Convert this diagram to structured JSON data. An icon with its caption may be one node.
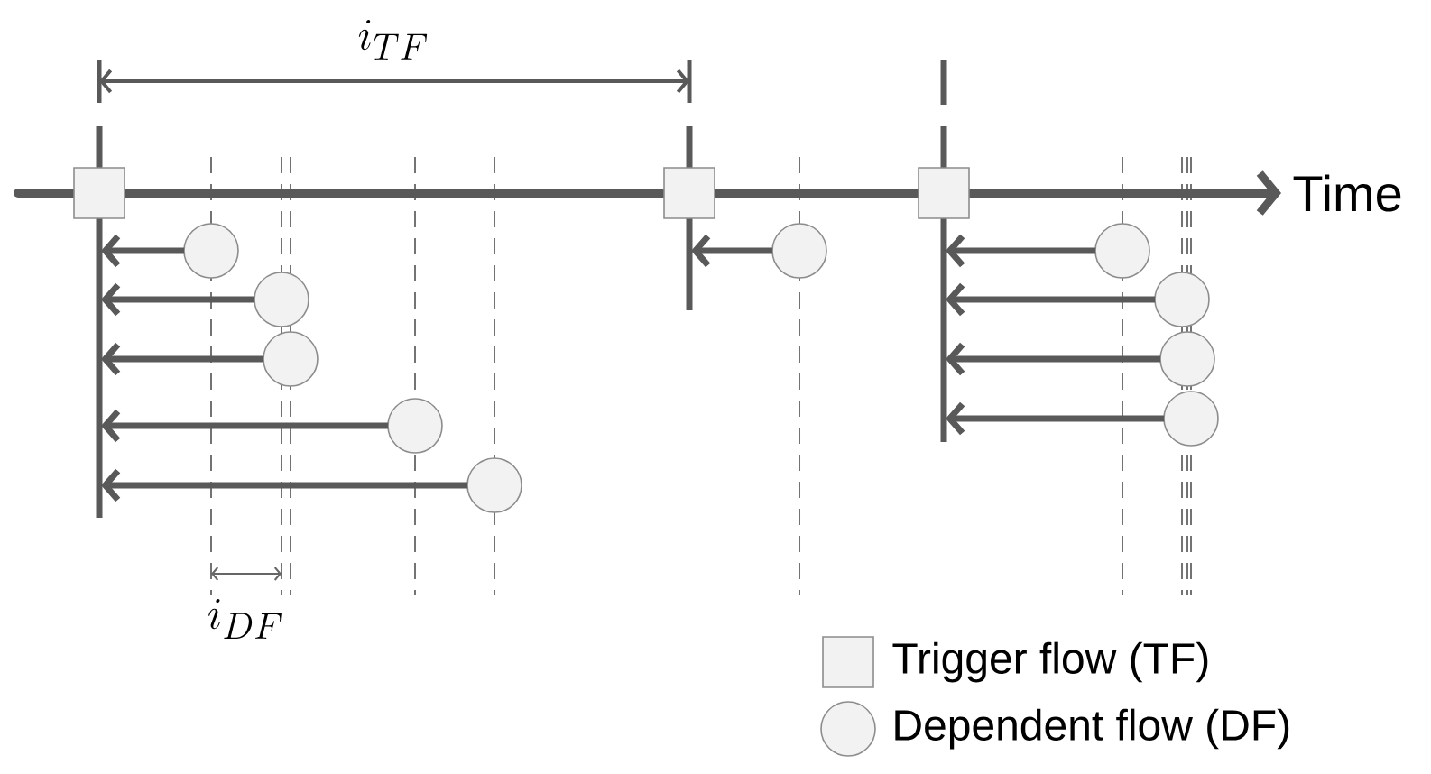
{
  "diagram": {
    "nodes": [
      {
        "text": [],
        "shape": "box"
      },
      {
        "text": [],
        "shape": "box"
      },
      {
        "text": [],
        "shape": "box"
      },
      {
        "text": [],
        "shape": "circle"
      },
      {
        "text": [],
        "shape": "circle"
      },
      {
        "text": [],
        "shape": "circle"
      },
      {
        "text": [],
        "shape": "circle"
      },
      {
        "text": [],
        "shape": "circle"
      },
      {
        "text": [],
        "shape": "circle"
      },
      {
        "text": [],
        "shape": "circle"
      },
      {
        "text": [],
        "shape": "circle"
      },
      {
        "text": [],
        "shape": "circle"
      },
      {
        "text": [],
        "shape": "circle"
      }
    ],
    "edges": [
      {
        "from": 3,
        "to": 0,
        "arrow": "to"
      },
      {
        "from": 4,
        "to": 0,
        "arrow": "to"
      },
      {
        "from": 5,
        "to": 0,
        "arrow": "to"
      },
      {
        "from": 6,
        "to": 0,
        "arrow": "to"
      },
      {
        "from": 7,
        "to": 0,
        "arrow": "to"
      },
      {
        "from": 8,
        "to": 1,
        "arrow": "to"
      },
      {
        "from": 9,
        "to": 2,
        "arrow": "to"
      },
      {
        "from": 10,
        "to": 2,
        "arrow": "to"
      },
      {
        "from": 11,
        "to": 2,
        "arrow": "to"
      },
      {
        "from": 12,
        "to": 2,
        "arrow": "to"
      }
    ],
    "labels": [
      "Time",
      "i_{TF}",
      "i_{DF}"
    ],
    "legend": [
      {
        "text": "Trigger flow (TF)"
      },
      {
        "text": "Dependent flow (DF)"
      }
    ]
  }
}
